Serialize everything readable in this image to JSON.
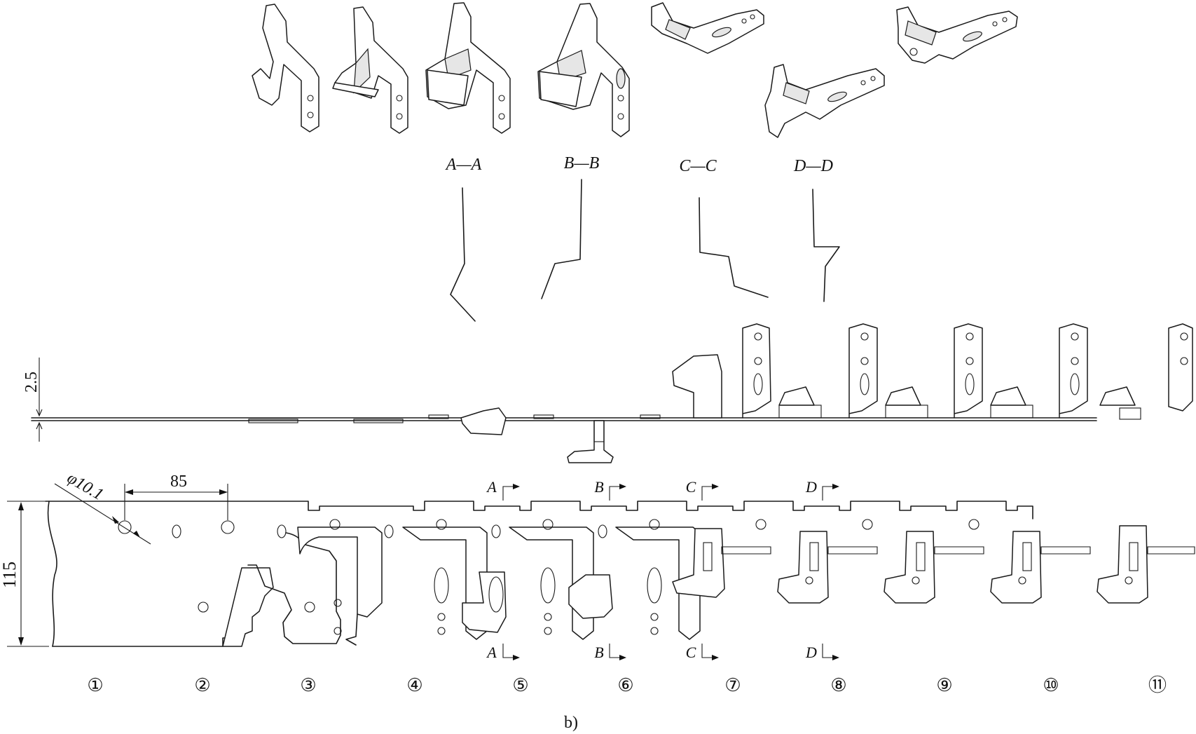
{
  "section_labels": [
    "A—A",
    "B—B",
    "C—C",
    "D—D"
  ],
  "cut_markers": [
    "A",
    "B",
    "C",
    "D"
  ],
  "dimensions": {
    "thickness": "2.5",
    "width": "115",
    "pitch": "85",
    "pilot_hole": "φ10.1"
  },
  "stations": [
    "①",
    "②",
    "③",
    "④",
    "⑤",
    "⑥",
    "⑦",
    "⑧",
    "⑨",
    "⑩",
    "⑪"
  ],
  "caption": "b)"
}
